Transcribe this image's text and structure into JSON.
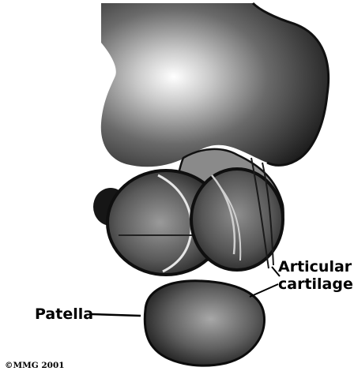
{
  "labels": {
    "articular_line1": "Articular",
    "articular_line2": "cartilage",
    "patella": "Patella"
  },
  "copyright": "©MMG 2001"
}
